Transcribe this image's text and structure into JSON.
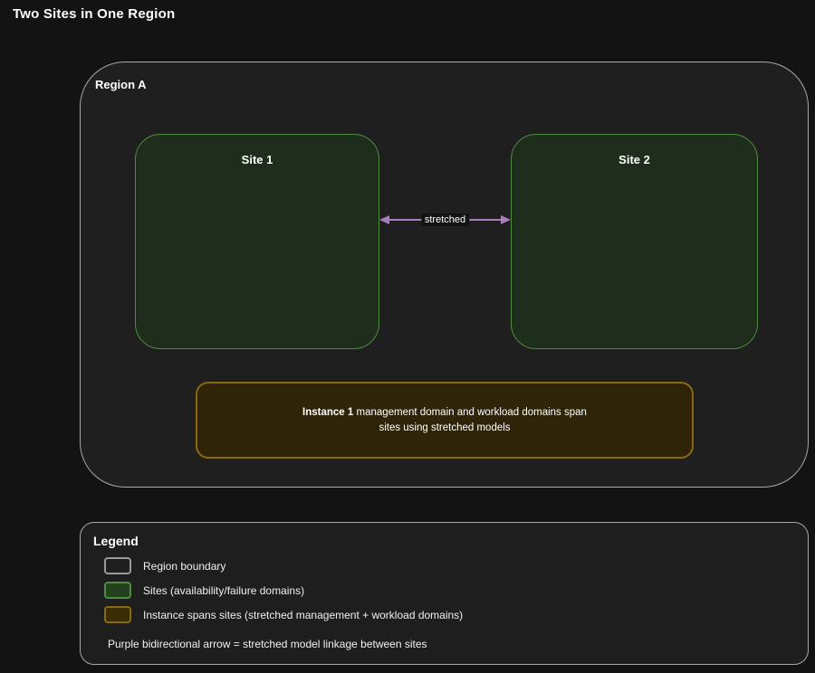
{
  "title": "Two Sites in One Region",
  "colors": {
    "bg": "#131313",
    "panel_fill": "#1f1f1f",
    "panel_border": "#a8a8a8",
    "site_fill": "#1f2e1c",
    "site_border": "#4e8c3f",
    "instance_fill": "#2f2408",
    "instance_border": "#8a6a10",
    "arrow_purple": "#a97dbe"
  },
  "region": {
    "label": "Region A",
    "sites": [
      {
        "label": "Site 1"
      },
      {
        "label": "Site 2"
      }
    ],
    "arrow": {
      "label": "stretched"
    },
    "instance": {
      "bold": "Instance 1",
      "rest": " management domain and workload domains span",
      "line2": "sites using stretched models"
    }
  },
  "legend": {
    "title": "Legend",
    "items": [
      {
        "swatch": "region-boundary",
        "label": "Region boundary"
      },
      {
        "swatch": "sites",
        "label": "Sites (availability/failure domains)"
      },
      {
        "swatch": "instance",
        "label": "Instance spans sites (stretched management + workload domains)"
      }
    ],
    "note": "Purple bidirectional arrow = stretched model linkage between sites"
  }
}
